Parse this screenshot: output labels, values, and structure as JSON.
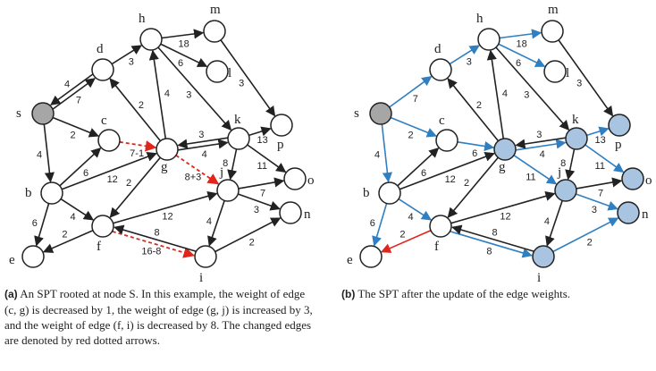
{
  "colors": {
    "black": "#222222",
    "blue": "#2f7fc1",
    "red": "#e0251b",
    "node_fill": "#ffffff",
    "root_fill": "#a6a6a6",
    "tree_node_fill": "#a8c4e0"
  },
  "panels": [
    {
      "id": "a",
      "caption_tag": "(a)",
      "caption_text": "An SPT rooted at node S. In this example, the weight of edge (c, g) is decreased by 1, the weight of edge (g, j) is increased by 3, and the weight of edge (f, i) is decreased by 8. The changed edges are denoted by red dotted arrows.",
      "nodes": {
        "s": {
          "label": "s",
          "fill": "root"
        },
        "d": {
          "label": "d",
          "fill": "plain"
        },
        "c": {
          "label": "c",
          "fill": "plain"
        },
        "h": {
          "label": "h",
          "fill": "plain"
        },
        "m": {
          "label": "m",
          "fill": "plain"
        },
        "l": {
          "label": "l",
          "fill": "plain"
        },
        "g": {
          "label": "g",
          "fill": "plain"
        },
        "k": {
          "label": "k",
          "fill": "plain"
        },
        "p": {
          "label": "p",
          "fill": "plain"
        },
        "b": {
          "label": "b",
          "fill": "plain"
        },
        "j": {
          "label": "j",
          "fill": "plain"
        },
        "o": {
          "label": "o",
          "fill": "plain"
        },
        "n": {
          "label": "n",
          "fill": "plain"
        },
        "e": {
          "label": "e",
          "fill": "plain"
        },
        "f": {
          "label": "f",
          "fill": "plain"
        },
        "i": {
          "label": "i",
          "fill": "plain"
        }
      },
      "edges": [
        {
          "from": "s",
          "to": "d",
          "label": "7",
          "style": "double"
        },
        {
          "from": "d",
          "to": "s",
          "label": "4",
          "style": "double"
        },
        {
          "from": "s",
          "to": "c",
          "label": "2",
          "style": "solid"
        },
        {
          "from": "s",
          "to": "b",
          "label": "4",
          "style": "solid"
        },
        {
          "from": "d",
          "to": "h",
          "label": "3",
          "style": "solid"
        },
        {
          "from": "h",
          "to": "m",
          "label": "18",
          "style": "solid"
        },
        {
          "from": "h",
          "to": "l",
          "label": "6",
          "style": "solid"
        },
        {
          "from": "h",
          "to": "k",
          "label": "3",
          "style": "solid"
        },
        {
          "from": "m",
          "to": "p",
          "label": "3",
          "style": "solid"
        },
        {
          "from": "g",
          "to": "d",
          "label": "2",
          "style": "solid"
        },
        {
          "from": "g",
          "to": "h",
          "label": "4",
          "style": "solid"
        },
        {
          "from": "c",
          "to": "g",
          "label": "7-1",
          "style": "dotted-red"
        },
        {
          "from": "g",
          "to": "k",
          "label": "4",
          "style": "double"
        },
        {
          "from": "k",
          "to": "g",
          "label": "3",
          "style": "double"
        },
        {
          "from": "k",
          "to": "p",
          "label": "13",
          "style": "solid"
        },
        {
          "from": "k",
          "to": "o",
          "label": "11",
          "style": "solid"
        },
        {
          "from": "k",
          "to": "j",
          "label": "8",
          "style": "solid"
        },
        {
          "from": "g",
          "to": "j",
          "label": "8+3",
          "style": "dotted-red"
        },
        {
          "from": "g",
          "to": "f",
          "label": "2",
          "style": "solid"
        },
        {
          "from": "b",
          "to": "c",
          "label": "6",
          "style": "solid"
        },
        {
          "from": "b",
          "to": "g",
          "label": "12",
          "style": "solid"
        },
        {
          "from": "b",
          "to": "f",
          "label": "4",
          "style": "solid"
        },
        {
          "from": "b",
          "to": "e",
          "label": "6",
          "style": "solid"
        },
        {
          "from": "j",
          "to": "o",
          "label": "7",
          "style": "solid"
        },
        {
          "from": "j",
          "to": "n",
          "label": "3",
          "style": "solid"
        },
        {
          "from": "j",
          "to": "i",
          "label": "4",
          "style": "solid"
        },
        {
          "from": "f",
          "to": "j",
          "label": "12",
          "style": "solid"
        },
        {
          "from": "f",
          "to": "e",
          "label": "2",
          "style": "solid"
        },
        {
          "from": "f",
          "to": "i",
          "label": "16-8",
          "style": "dotted-red-double"
        },
        {
          "from": "i",
          "to": "f",
          "label": "8",
          "style": "double"
        },
        {
          "from": "i",
          "to": "n",
          "label": "2",
          "style": "solid"
        }
      ]
    },
    {
      "id": "b",
      "caption_tag": "(b)",
      "caption_text": "The SPT after the update of the edge weights.",
      "nodes": {
        "s": {
          "label": "s",
          "fill": "root"
        },
        "d": {
          "label": "d",
          "fill": "plain"
        },
        "c": {
          "label": "c",
          "fill": "plain"
        },
        "h": {
          "label": "h",
          "fill": "plain"
        },
        "m": {
          "label": "m",
          "fill": "plain"
        },
        "l": {
          "label": "l",
          "fill": "plain"
        },
        "g": {
          "label": "g",
          "fill": "tree"
        },
        "k": {
          "label": "k",
          "fill": "tree"
        },
        "p": {
          "label": "p",
          "fill": "tree"
        },
        "b": {
          "label": "b",
          "fill": "plain"
        },
        "j": {
          "label": "j",
          "fill": "tree"
        },
        "o": {
          "label": "o",
          "fill": "tree"
        },
        "n": {
          "label": "n",
          "fill": "tree"
        },
        "e": {
          "label": "e",
          "fill": "plain"
        },
        "f": {
          "label": "f",
          "fill": "plain"
        },
        "i": {
          "label": "i",
          "fill": "tree"
        }
      },
      "edges": [
        {
          "from": "s",
          "to": "d",
          "label": "7",
          "style": "blue"
        },
        {
          "from": "s",
          "to": "c",
          "label": "2",
          "style": "blue"
        },
        {
          "from": "s",
          "to": "b",
          "label": "4",
          "style": "blue"
        },
        {
          "from": "d",
          "to": "h",
          "label": "3",
          "style": "blue"
        },
        {
          "from": "h",
          "to": "m",
          "label": "18",
          "style": "blue"
        },
        {
          "from": "h",
          "to": "l",
          "label": "6",
          "style": "blue"
        },
        {
          "from": "h",
          "to": "k",
          "label": "3",
          "style": "solid"
        },
        {
          "from": "m",
          "to": "p",
          "label": "3",
          "style": "solid"
        },
        {
          "from": "g",
          "to": "d",
          "label": "2",
          "style": "solid"
        },
        {
          "from": "g",
          "to": "h",
          "label": "4",
          "style": "solid"
        },
        {
          "from": "c",
          "to": "g",
          "label": "6",
          "style": "blue"
        },
        {
          "from": "g",
          "to": "k",
          "label": "4",
          "style": "blue-double"
        },
        {
          "from": "k",
          "to": "g",
          "label": "3",
          "style": "double"
        },
        {
          "from": "k",
          "to": "p",
          "label": "13",
          "style": "blue"
        },
        {
          "from": "k",
          "to": "o",
          "label": "11",
          "style": "blue"
        },
        {
          "from": "k",
          "to": "j",
          "label": "8",
          "style": "solid"
        },
        {
          "from": "g",
          "to": "j",
          "label": "11",
          "style": "blue"
        },
        {
          "from": "g",
          "to": "f",
          "label": "2",
          "style": "solid"
        },
        {
          "from": "b",
          "to": "c",
          "label": "6",
          "style": "solid"
        },
        {
          "from": "b",
          "to": "g",
          "label": "12",
          "style": "solid"
        },
        {
          "from": "b",
          "to": "f",
          "label": "4",
          "style": "blue"
        },
        {
          "from": "b",
          "to": "e",
          "label": "6",
          "style": "blue"
        },
        {
          "from": "j",
          "to": "o",
          "label": "7",
          "style": "solid"
        },
        {
          "from": "j",
          "to": "n",
          "label": "3",
          "style": "blue"
        },
        {
          "from": "j",
          "to": "i",
          "label": "4",
          "style": "solid"
        },
        {
          "from": "f",
          "to": "j",
          "label": "12",
          "style": "solid"
        },
        {
          "from": "f",
          "to": "e",
          "label": "2",
          "style": "red"
        },
        {
          "from": "f",
          "to": "i",
          "label": "8",
          "style": "blue-double"
        },
        {
          "from": "i",
          "to": "f",
          "label": "8",
          "style": "double"
        },
        {
          "from": "i",
          "to": "n",
          "label": "2",
          "style": "blue"
        }
      ]
    }
  ]
}
